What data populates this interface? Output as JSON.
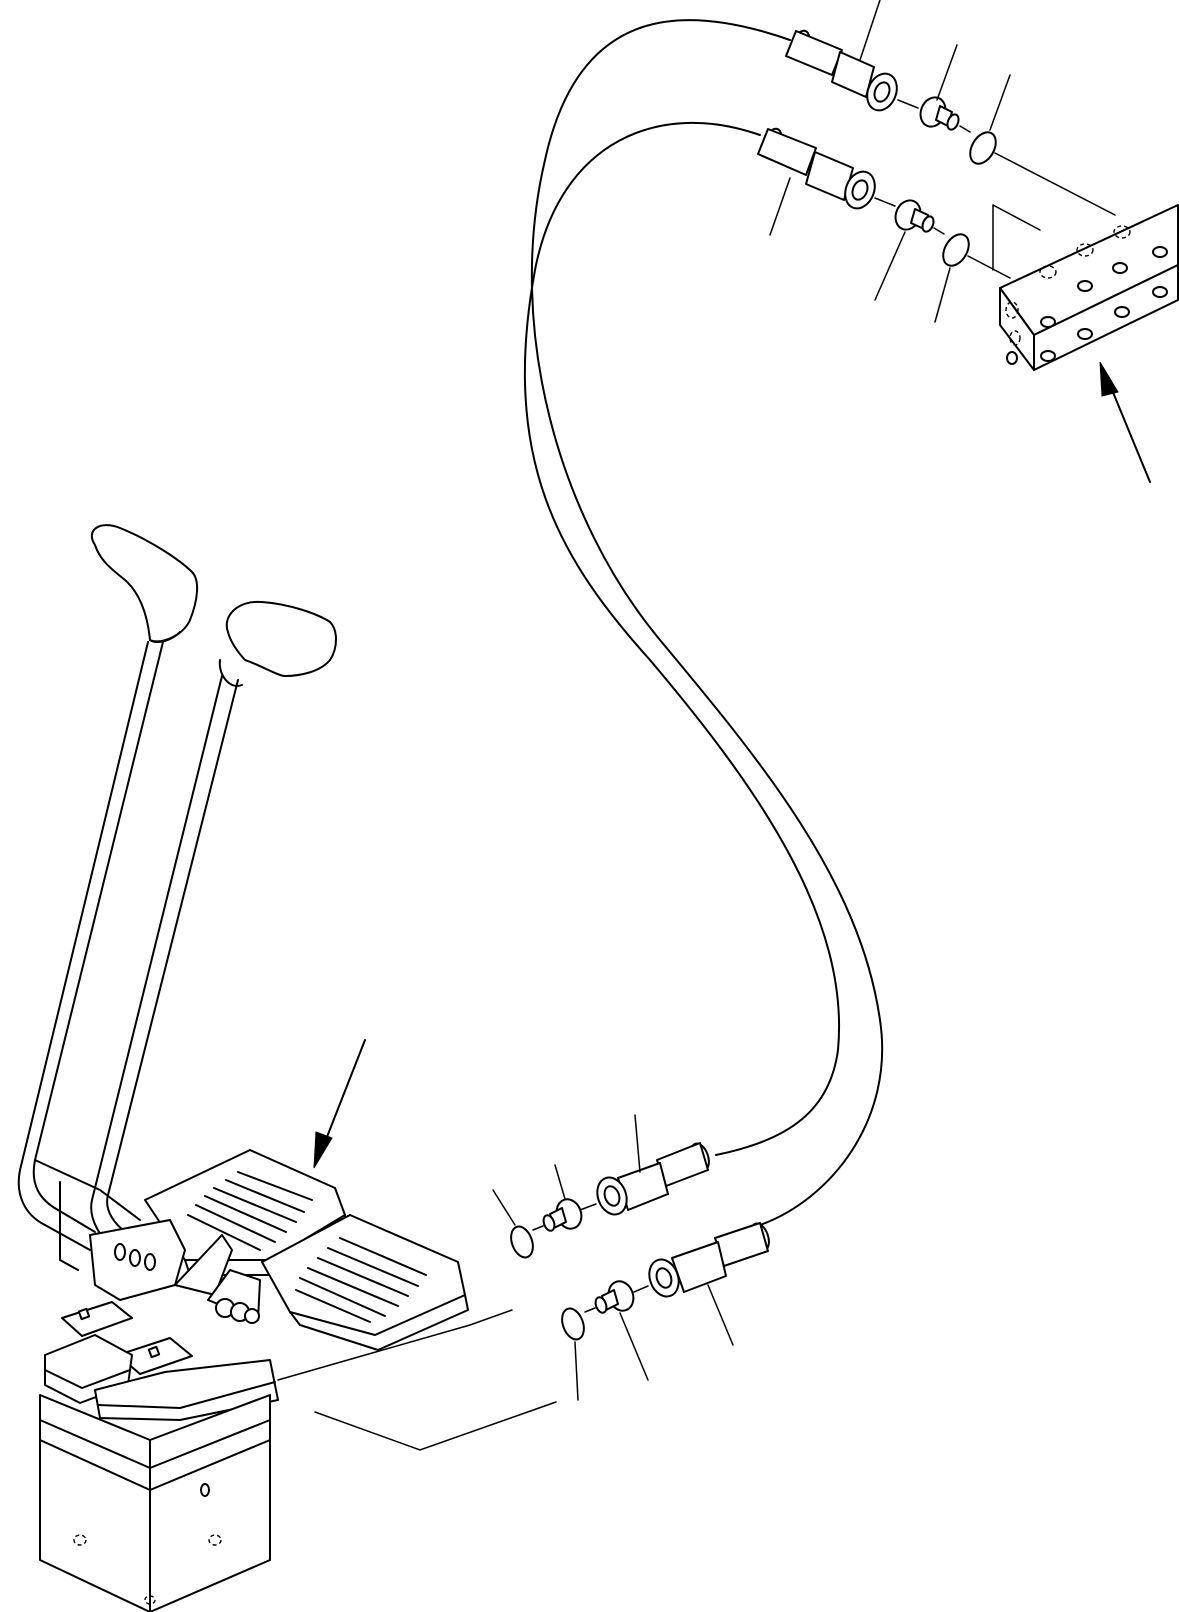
{
  "diagram": {
    "title": "",
    "parts": [
      {
        "name": "control-lever-left",
        "icon": "lever-icon"
      },
      {
        "name": "control-lever-right",
        "icon": "lever-icon"
      },
      {
        "name": "pedal-left",
        "icon": "pedal-icon"
      },
      {
        "name": "pedal-right",
        "icon": "pedal-icon"
      },
      {
        "name": "pilot-valve-base",
        "icon": "valve-icon"
      },
      {
        "name": "junction-block",
        "icon": "block-icon"
      },
      {
        "name": "hose-upper",
        "icon": "hose-icon"
      },
      {
        "name": "hose-lower",
        "icon": "hose-icon"
      },
      {
        "name": "hose-fitting",
        "icon": "fitting-icon"
      },
      {
        "name": "adapter-elbow",
        "icon": "adapter-icon"
      },
      {
        "name": "o-ring",
        "icon": "o-ring-icon"
      }
    ],
    "colors": {
      "line": "#000000",
      "background": "#ffffff"
    }
  }
}
